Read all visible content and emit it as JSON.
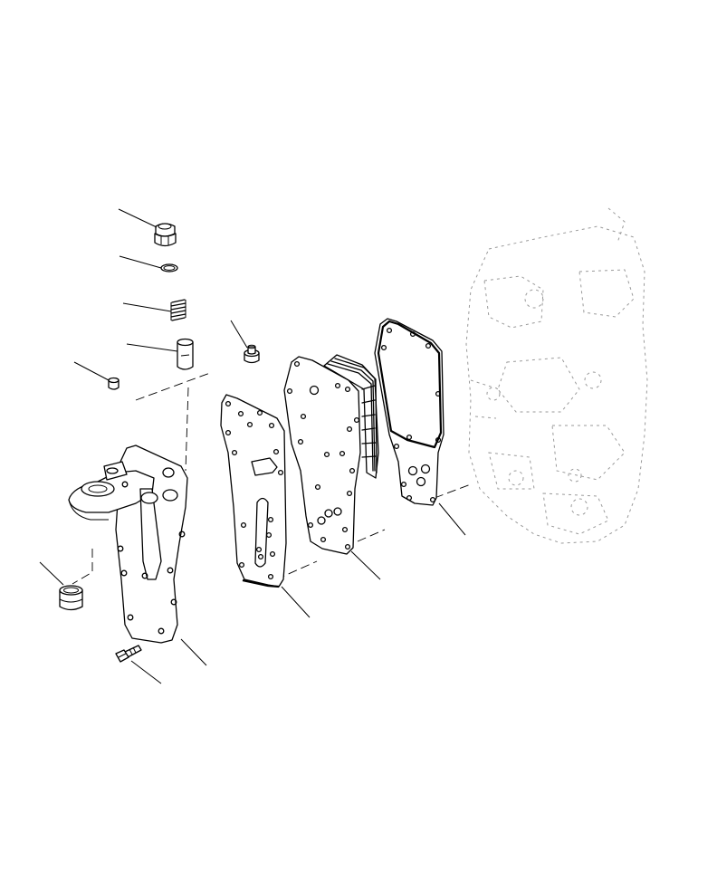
{
  "diagram": {
    "type": "exploded-parts-view",
    "colors": {
      "line": "#000000",
      "background": "#ffffff",
      "ghost_engine": "#9a9a9a"
    },
    "parts": [
      {
        "id": "plug",
        "icon": "hex-plug-icon"
      },
      {
        "id": "o-ring",
        "icon": "o-ring-icon"
      },
      {
        "id": "spring",
        "icon": "coil-spring-icon"
      },
      {
        "id": "valve-plunger",
        "icon": "cylinder-valve-icon"
      },
      {
        "id": "small-plug",
        "icon": "small-plug-icon"
      },
      {
        "id": "sleeve-plug",
        "icon": "sleeve-plug-icon"
      },
      {
        "id": "oil-cooler-housing",
        "icon": "housing-icon"
      },
      {
        "id": "bolt",
        "icon": "bolt-icon"
      },
      {
        "id": "nipple",
        "icon": "nipple-icon"
      },
      {
        "id": "housing-gasket",
        "icon": "gasket-icon"
      },
      {
        "id": "oil-cooler-core",
        "icon": "cooler-core-icon"
      },
      {
        "id": "core-gasket",
        "icon": "gasket-icon"
      }
    ]
  }
}
